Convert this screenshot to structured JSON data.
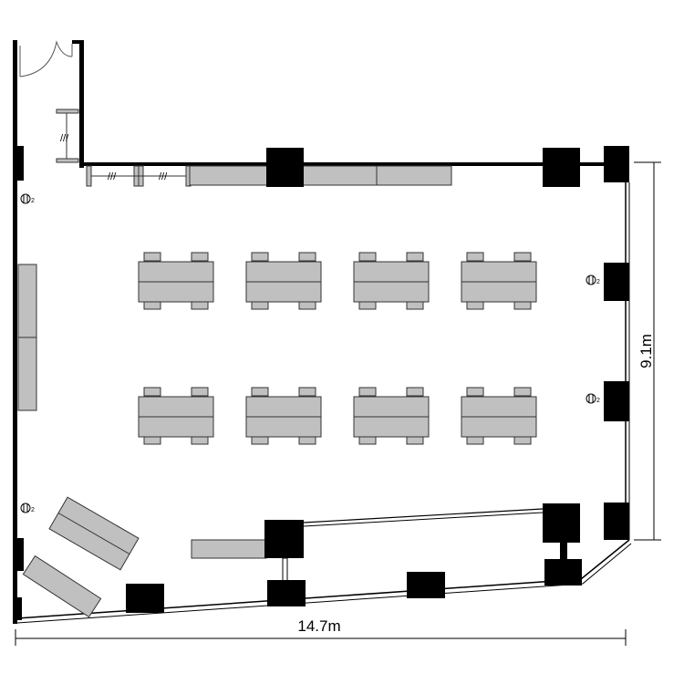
{
  "floor_plan": {
    "width_label": "14.7m",
    "depth_label": "9.1m",
    "colors": {
      "wall": "#000000",
      "furniture": "#c0c0c0",
      "outline": "#333333"
    },
    "desk_rows": 2,
    "desk_groups_per_row": 4,
    "outlet_symbol": "outlet-icon"
  }
}
